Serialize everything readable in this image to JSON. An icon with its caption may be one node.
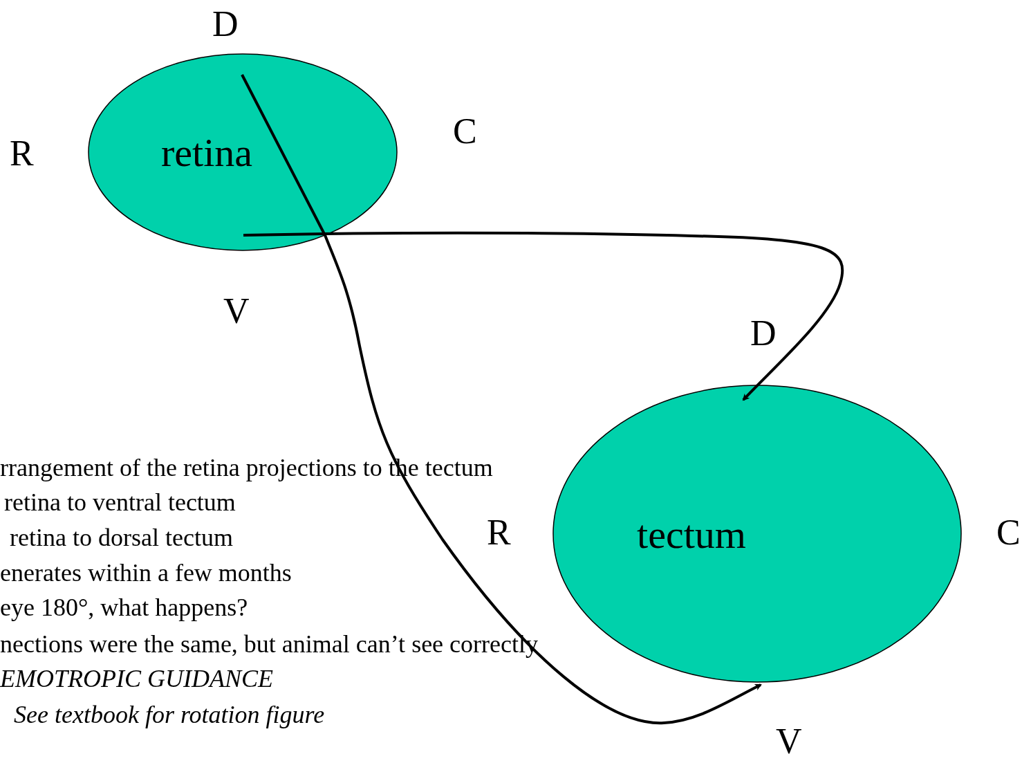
{
  "diagram": {
    "nodes": [
      {
        "text": [
          "retina"
        ]
      },
      {
        "text": [
          "tectum"
        ]
      }
    ],
    "edges": [
      {
        "from": 0,
        "to": 1,
        "arrow": "to"
      },
      {
        "from": 0,
        "to": 1,
        "arrow": "to"
      }
    ],
    "labels": [
      "D",
      "C",
      "R",
      "V",
      "D",
      "rrangement of the retina projections to the tectum",
      "retina to ventral tectum",
      "retina to dorsal tectum",
      "R",
      "C",
      "enerates within a few months",
      "eye 180°, what happens?",
      "nections were the same, but animal can’t see correctly",
      "EMOTROPIC GUIDANCE",
      "See textbook for rotation figure",
      "V"
    ]
  }
}
